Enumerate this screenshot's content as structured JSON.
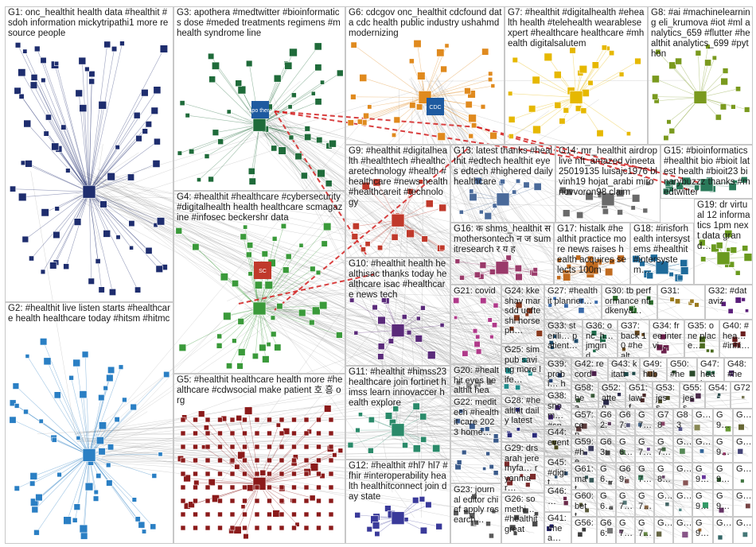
{
  "title": "",
  "colors": {
    "background": "#ffffff",
    "panel_border": "#c8c8c8",
    "edge_gray": "#8a8a8a",
    "edge_red": "#d21e1e",
    "node_border": "#1e3c82"
  },
  "groups": [
    {
      "id": "G1",
      "label": "G1: onc_healthit health data #healthit #sdoh information mickytripathi1 more resource people",
      "color": "#1e2d6e"
    },
    {
      "id": "G2",
      "label": "G2: #healthit live listen starts #healthcare health healthcare today #hitsm #hitmc",
      "color": "#2a7fc4"
    },
    {
      "id": "G3",
      "label": "G3: apothera #medtwitter #bioinformatics dose #meded treatments regimens #mhealth syndrome line",
      "color": "#1f6b3a"
    },
    {
      "id": "G4",
      "label": "G4: #healthit #healthcare #cybersecurity #digitalhealth health healthcare scmagazine #infosec beckershr data",
      "color": "#3a9a3a"
    },
    {
      "id": "G5",
      "label": "G5: #healthit healthcare health more #healthcare #cdwsocial make patient 호 흥 org",
      "color": "#8b1a1a"
    },
    {
      "id": "G6",
      "label": "G6: cdcgov onc_healthit cdcfound data cdc health public industry ushahmd modernizing",
      "color": "#e08a1e"
    },
    {
      "id": "G7",
      "label": "G7: #healthit #digitalhealth #ehealth health #telehealth wearablesexpert #healthcare healthcare #mhealth digitalsalutem",
      "color": "#e6b800"
    },
    {
      "id": "G8",
      "label": "G8: #ai #machinelearning eli_krumova #iot #ml analytics_659 #flutter #healthit analytics_699 #python",
      "color": "#7a9a1e"
    },
    {
      "id": "G9",
      "label": "G9: #healthit #digitalhealth #healthtech #healthcaretechnology #health #healthcare #news health #healthcareit #technology",
      "color": "#c0392b"
    },
    {
      "id": "G10",
      "label": "G10: #healthit health healthisac thanks today healthcare isac #healthcare news tech",
      "color": "#5a2a7a"
    },
    {
      "id": "G11",
      "label": "G11: #healthit #himss23 healthcare join fortinet himss learn innovaccer health explore",
      "color": "#2a8a6a"
    },
    {
      "id": "G12",
      "label": "G12: #healthit #hl7 hl7 #fhir #interoperability health healthitconnect join day state",
      "color": "#3a3a9a"
    },
    {
      "id": "G13",
      "label": "G13: latest thanks #healthit #edtech healthit eyes edtech #highered daily healthcare",
      "color": "#4a6a9a"
    },
    {
      "id": "G14",
      "label": "G14: mr_healthit airdrop live nft_amazed vineeta25019135 luisajc1976 blvinh19 hojat_arabi mironovvoron98 claim",
      "color": "#6a6a6a"
    },
    {
      "id": "G15",
      "label": "G15: #bioinformatics #healthit bio #bioit latest health #bioit23 binarybuzzz thanks #medtwitter",
      "color": "#2a7a5a"
    },
    {
      "id": "G16",
      "label": "G16: क shms_healthit स mothersontech न ज sumitresearch र य ह",
      "color": "#9a3a6a"
    },
    {
      "id": "G17",
      "label": "G17: histalk #healthit practice more news raises health acquires selects 100m",
      "color": "#c06a1e"
    },
    {
      "id": "G18",
      "label": "G18: #irisforhealth intersystems #healthit #intersystem…",
      "color": "#1e6a9a"
    },
    {
      "id": "G19",
      "label": "G19: dr virtual 12 informatics 1pm next data grand…",
      "color": "#6a9a1e"
    },
    {
      "id": "G20",
      "label": "G20: #healthit eyes healthit heal…",
      "color": "#888888"
    },
    {
      "id": "G21",
      "label": "G21: covid",
      "color": "#b03a8a"
    },
    {
      "id": "G22",
      "label": "G22: meditech #healthit care 2023 home…",
      "color": "#3a5a8a"
    },
    {
      "id": "G23",
      "label": "G23: journal editor chief apply research…",
      "color": "#5a5a5a"
    },
    {
      "id": "G24",
      "label": "G24: kkeshav marsdd uofteshi horseph…",
      "color": "#8a3a1e"
    },
    {
      "id": "G25",
      "label": "G25: simpub saving more life…",
      "color": "#1e8a8a"
    },
    {
      "id": "G26",
      "label": "G26: somethi… #healthit great",
      "color": "#4a4a4a"
    },
    {
      "id": "G27",
      "label": "G27: #healthit planner…",
      "color": "#3a6aaa"
    },
    {
      "id": "G28",
      "label": "G28: #healthit daily latest",
      "color": "#2a2a7a"
    },
    {
      "id": "G29",
      "label": "G29: drsarah jeremyfa… ryanmar…",
      "color": "#7a2a2a"
    },
    {
      "id": "G30",
      "label": "G30: tb performance ntldkenya…",
      "color": "#2a6a2a"
    },
    {
      "id": "G31",
      "label": "G31:",
      "color": "#9a7a1e"
    },
    {
      "id": "G32",
      "label": "G32: #dataviz",
      "color": "#5a1e7a"
    },
    {
      "id": "G33",
      "label": "G33: sterili… patient…",
      "color": "#1e4a6a"
    },
    {
      "id": "G34",
      "label": "G34: free intervi…",
      "color": "#6a1e4a"
    },
    {
      "id": "G35",
      "label": "G35: one place…",
      "color": "#4a6a1e"
    },
    {
      "id": "G36",
      "label": "G36: onc_h… jmgind…",
      "color": "#1e6a4a"
    },
    {
      "id": "G37",
      "label": "G37: back 10 #healt…",
      "color": "#6a4a1e"
    },
    {
      "id": "G38",
      "label": "G38: snom… #sno…",
      "color": "#3a1e6a"
    },
    {
      "id": "G39",
      "label": "G39: probl… healt…",
      "color": "#1e3a6a"
    },
    {
      "id": "G40",
      "label": "G40: #hea… #inhi…",
      "color": "#6a1e1e"
    },
    {
      "id": "G41",
      "label": "G41: #hea…",
      "color": "#1e1e6a"
    },
    {
      "id": "G42",
      "label": "G42: record",
      "color": "#4a1e4a"
    },
    {
      "id": "G43",
      "label": "G43: kitatta…",
      "color": "#1e4a4a"
    },
    {
      "id": "G44",
      "label": "G44: event",
      "color": "#4a4a1e"
    },
    {
      "id": "G45",
      "label": "G45: #digit…",
      "color": "#2a4a6a"
    },
    {
      "id": "G46",
      "label": "G46: …",
      "color": "#6a2a4a"
    },
    {
      "id": "G47",
      "label": "G47: heal…",
      "color": "#2a6a4a"
    },
    {
      "id": "G48",
      "label": "G48: #hea…",
      "color": "#4a2a6a"
    },
    {
      "id": "G49",
      "label": "G49: hub",
      "color": "#6a4a2a"
    },
    {
      "id": "G50",
      "label": "G50: #hea…",
      "color": "#2a4a2a"
    },
    {
      "id": "G51",
      "label": "G51: lawf…",
      "color": "#4a2a2a"
    },
    {
      "id": "G52",
      "label": "G52: atten…",
      "color": "#2a2a4a"
    },
    {
      "id": "G53",
      "label": "G53: jess…",
      "color": "#4a4a2a"
    },
    {
      "id": "G54",
      "label": "G54:",
      "color": "#2a4a4a"
    },
    {
      "id": "G55",
      "label": "G55: jess…",
      "color": "#4a2a4a"
    },
    {
      "id": "G56",
      "label": "G56:",
      "color": "#3a3a3a"
    },
    {
      "id": "G57",
      "label": "G57: cen…",
      "color": "#5a3a3a"
    },
    {
      "id": "G58",
      "label": "G58: hea…",
      "color": "#3a5a3a"
    },
    {
      "id": "G59",
      "label": "G59: #he…",
      "color": "#3a3a5a"
    },
    {
      "id": "G60",
      "label": "G60: bett…",
      "color": "#5a5a3a"
    },
    {
      "id": "G61",
      "label": "G61: mat…",
      "color": "#3a5a5a"
    },
    {
      "id": "G62",
      "label": "G62:",
      "color": "#5a3a5a"
    },
    {
      "id": "G63",
      "label": "G63:",
      "color": "#444444"
    },
    {
      "id": "G64",
      "label": "G6…",
      "color": "#555555"
    },
    {
      "id": "G65",
      "label": "G6…",
      "color": "#666666"
    },
    {
      "id": "G66",
      "label": "G66:",
      "color": "#777777"
    },
    {
      "id": "G67",
      "label": "G67:",
      "color": "#555577"
    },
    {
      "id": "G68",
      "label": "G6…",
      "color": "#557755"
    },
    {
      "id": "G69",
      "label": "G69:",
      "color": "#775555"
    },
    {
      "id": "G70",
      "label": "G7…",
      "color": "#557777"
    },
    {
      "id": "G71",
      "label": "G7…",
      "color": "#775577"
    },
    {
      "id": "G72",
      "label": "G72",
      "color": "#777755"
    },
    {
      "id": "G73",
      "label": "G7…",
      "color": "#446688"
    },
    {
      "id": "G74",
      "label": "G7…",
      "color": "#664488"
    },
    {
      "id": "G75",
      "label": "G7…",
      "color": "#448866"
    },
    {
      "id": "G76",
      "label": "G7…",
      "color": "#886644"
    },
    {
      "id": "G77",
      "label": "G7…",
      "color": "#668844"
    },
    {
      "id": "G78",
      "label": "G78",
      "color": "#884466"
    },
    {
      "id": "G79",
      "label": "G7…",
      "color": "#446644"
    },
    {
      "id": "G80",
      "label": "G8…",
      "color": "#664466"
    },
    {
      "id": "G81",
      "label": "G…",
      "color": "#446666"
    },
    {
      "id": "G82",
      "label": "G…",
      "color": "#666644"
    },
    {
      "id": "G83",
      "label": "G83",
      "color": "#555588"
    },
    {
      "id": "G84",
      "label": "G…",
      "color": "#558855"
    },
    {
      "id": "G85",
      "label": "G…",
      "color": "#885555"
    },
    {
      "id": "G86",
      "label": "G…",
      "color": "#558888"
    },
    {
      "id": "G87",
      "label": "G…",
      "color": "#885588"
    },
    {
      "id": "G88",
      "label": "G…",
      "color": "#888855"
    },
    {
      "id": "G89",
      "label": "G…",
      "color": "#336699"
    },
    {
      "id": "G90",
      "label": "G9…",
      "color": "#663399"
    },
    {
      "id": "G91",
      "label": "G9…",
      "color": "#339966"
    },
    {
      "id": "G92",
      "label": "G9…",
      "color": "#996633"
    },
    {
      "id": "G93",
      "label": "G9…",
      "color": "#669933"
    },
    {
      "id": "G94",
      "label": "G9…",
      "color": "#993366"
    },
    {
      "id": "G95",
      "label": "G9…",
      "color": "#336633"
    },
    {
      "id": "G96",
      "label": "G9…",
      "color": "#663366"
    },
    {
      "id": "G97",
      "label": "G…",
      "color": "#336666"
    },
    {
      "id": "G98",
      "label": "G…",
      "color": "#666633"
    },
    {
      "id": "G99",
      "label": "G…",
      "color": "#444477"
    },
    {
      "id": "G100",
      "label": "G…",
      "color": "#447744"
    },
    {
      "id": "G101",
      "label": "G…",
      "color": "#774444"
    },
    {
      "id": "G102",
      "label": "G…",
      "color": "#447777"
    },
    {
      "id": "G103",
      "label": "G…",
      "color": "#774477"
    }
  ],
  "node_labels": {
    "hub_g3": "Apo thera",
    "hub_g4": "SC",
    "hub_g6": "CDC"
  }
}
